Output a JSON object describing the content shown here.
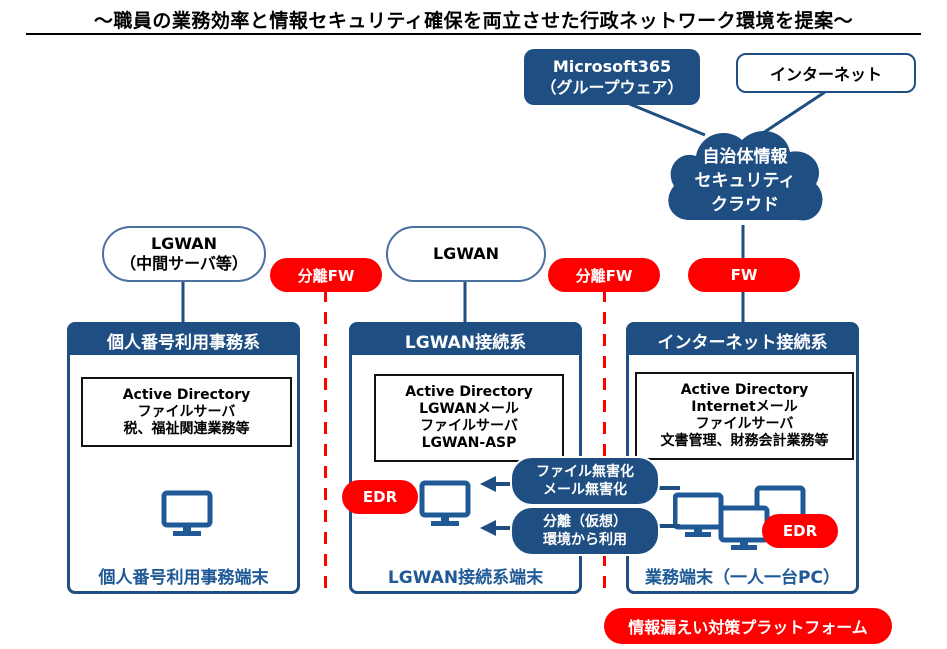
{
  "title": "～職員の業務効率と情報セキュリティ確保を両立させた行政ネットワーク環境を提案～",
  "top": {
    "m365_line1": "Microsoft365",
    "m365_line2": "（グループウェア）",
    "internet": "インターネット",
    "cloud_line1": "自治体情報",
    "cloud_line2": "セキュリティ",
    "cloud_line3": "クラウド"
  },
  "upstream": {
    "lgwan_mid_line1": "LGWAN",
    "lgwan_mid_line2": "（中間サーバ等）",
    "lgwan": "LGWAN"
  },
  "firewalls": {
    "sep_fw_1": "分離FW",
    "sep_fw_2": "分離FW",
    "fw": "FW"
  },
  "panels": [
    {
      "header": "個人番号利用事務系",
      "services": [
        "Active Directory",
        "ファイルサーバ",
        "税、福祉関連業務等"
      ],
      "terminal": "個人番号利用事務端末"
    },
    {
      "header": "LGWAN接続系",
      "services": [
        "Active Directory",
        "LGWANメール",
        "ファイルサーバ",
        "LGWAN-ASP"
      ],
      "terminal": "LGWAN接続系端末",
      "badge": "EDR"
    },
    {
      "header": "インターネット接続系",
      "services": [
        "Active Directory",
        "Internetメール",
        "ファイルサーバ",
        "文書管理、財務会計業務等"
      ],
      "terminal": "業務端末（一人一台PC）",
      "badge": "EDR"
    }
  ],
  "controls": {
    "sanitize_line1": "ファイル無害化",
    "sanitize_line2": "メール無害化",
    "isolation_line1": "分離（仮想）",
    "isolation_line2": "環境から利用"
  },
  "platform": "情報漏えい対策プラットフォーム",
  "colors": {
    "navy": "#1f4e82",
    "red": "#ff0000",
    "terminal_text": "#1f5a96"
  }
}
